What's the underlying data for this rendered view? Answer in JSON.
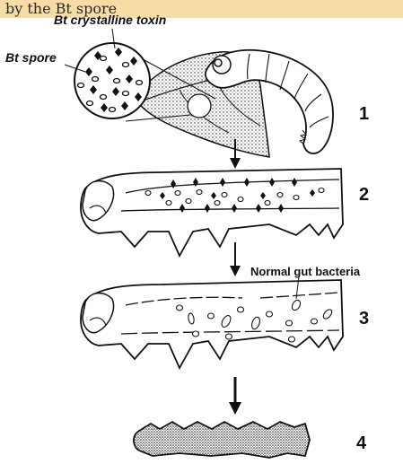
{
  "header": {
    "clipped_text": "by the Bt spore"
  },
  "labels": {
    "toxin": "Bt crystalline toxin",
    "spore": "Bt spore",
    "bacteria": "Normal gut bacteria"
  },
  "steps": [
    "1",
    "2",
    "3",
    "4"
  ],
  "colors": {
    "banner": "#f7dca5",
    "ink": "#111111"
  }
}
